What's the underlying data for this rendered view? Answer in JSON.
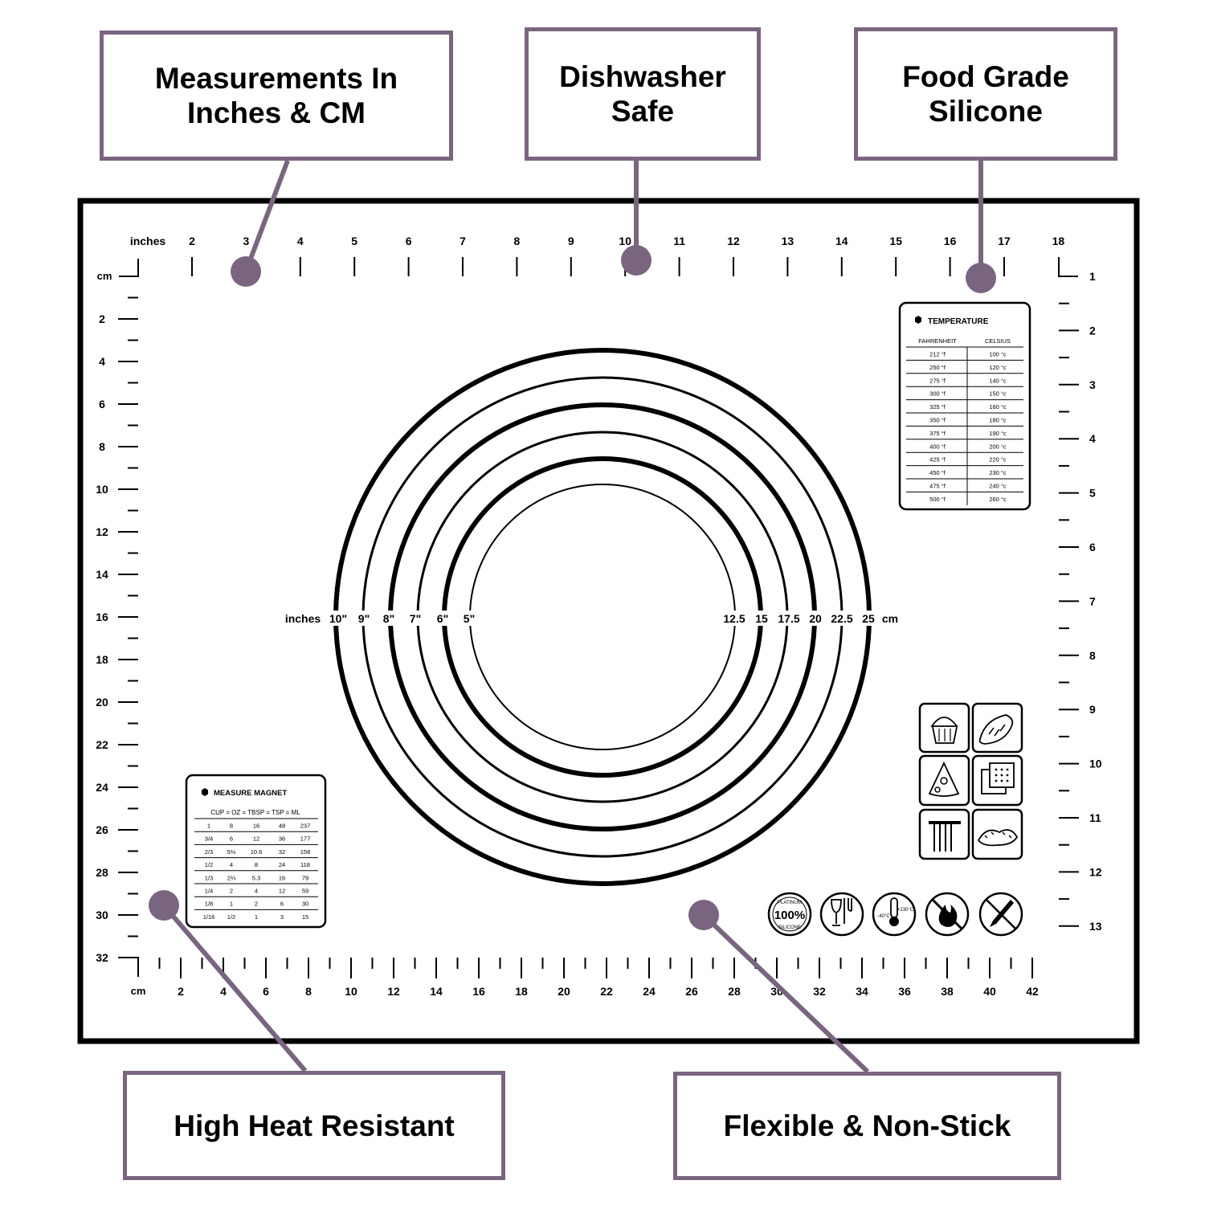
{
  "callouts": {
    "measurements": "Measurements In\nInches & CM",
    "dishwasher": "Dishwasher\nSafe",
    "food_grade": "Food Grade\nSilicone",
    "heat": "High Heat Resistant",
    "flexible": "Flexible & Non-Stick"
  },
  "rulers": {
    "top_unit": "inches",
    "top_labels": [
      "2",
      "3",
      "4",
      "5",
      "6",
      "7",
      "8",
      "9",
      "10",
      "11",
      "12",
      "13",
      "14",
      "15",
      "16",
      "17",
      "18"
    ],
    "left_unit": "cm",
    "left_labels": [
      "2",
      "4",
      "6",
      "8",
      "10",
      "12",
      "14",
      "16",
      "18",
      "20",
      "22",
      "24",
      "26",
      "28",
      "30",
      "32"
    ],
    "bottom_unit": "cm",
    "bottom_labels": [
      "2",
      "4",
      "6",
      "8",
      "10",
      "12",
      "14",
      "16",
      "18",
      "20",
      "22",
      "24",
      "26",
      "28",
      "30",
      "32",
      "34",
      "36",
      "38",
      "40",
      "42"
    ],
    "right_labels": [
      "1",
      "2",
      "3",
      "4",
      "5",
      "6",
      "7",
      "8",
      "9",
      "10",
      "11",
      "12",
      "13"
    ]
  },
  "circles": {
    "inches_unit": "inches",
    "inch_labels": [
      "10\"",
      "9\"",
      "8\"",
      "7\"",
      "6\"",
      "5\""
    ],
    "cm_labels": [
      "12.5",
      "15",
      "17.5",
      "20",
      "22.5",
      "25"
    ],
    "cm_unit": "cm"
  },
  "temperature": {
    "title": "TEMPERATURE",
    "headers": [
      "FAHRENHEIT",
      "CELSIUS"
    ],
    "rows": [
      [
        "212 °f",
        "100 °c"
      ],
      [
        "250 °f",
        "120 °c"
      ],
      [
        "275 °f",
        "140 °c"
      ],
      [
        "300 °f",
        "150 °c"
      ],
      [
        "325 °f",
        "160 °c"
      ],
      [
        "350 °f",
        "180 °c"
      ],
      [
        "375 °f",
        "190 °c"
      ],
      [
        "400 °f",
        "200 °c"
      ],
      [
        "425 °f",
        "220 °c"
      ],
      [
        "450 °f",
        "230 °c"
      ],
      [
        "475 °f",
        "240 °c"
      ],
      [
        "500 °f",
        "260 °c"
      ]
    ]
  },
  "measure": {
    "title": "MEASURE MAGNET",
    "header": "CUP = OZ = TBSP = TSP = ML",
    "rows": [
      [
        "1",
        "8",
        "16",
        "48",
        "237"
      ],
      [
        "3/4",
        "6",
        "12",
        "36",
        "177"
      ],
      [
        "2/3",
        "5⅓",
        "10.6",
        "32",
        "158"
      ],
      [
        "1/2",
        "4",
        "8",
        "24",
        "118"
      ],
      [
        "1/3",
        "2⅔",
        "5.3",
        "16",
        "79"
      ],
      [
        "1/4",
        "2",
        "4",
        "12",
        "59"
      ],
      [
        "1/8",
        "1",
        "2",
        "6",
        "30"
      ],
      [
        "1/16",
        "1/2",
        "1",
        "3",
        "15"
      ]
    ]
  },
  "badges": {
    "silicone_top": "PLATINUM",
    "silicone_pct": "100%",
    "silicone_bottom": "SILICONE",
    "temp_low": "-40°C",
    "temp_high": "+230°C"
  },
  "icons": [
    "cupcake-icon",
    "bread-icon",
    "pizza-icon",
    "cracker-icon",
    "noodles-icon",
    "dumplings-icon"
  ],
  "colors": {
    "callout_border": "#7a6580",
    "accent": "#7a6580",
    "mat": "#000000"
  }
}
